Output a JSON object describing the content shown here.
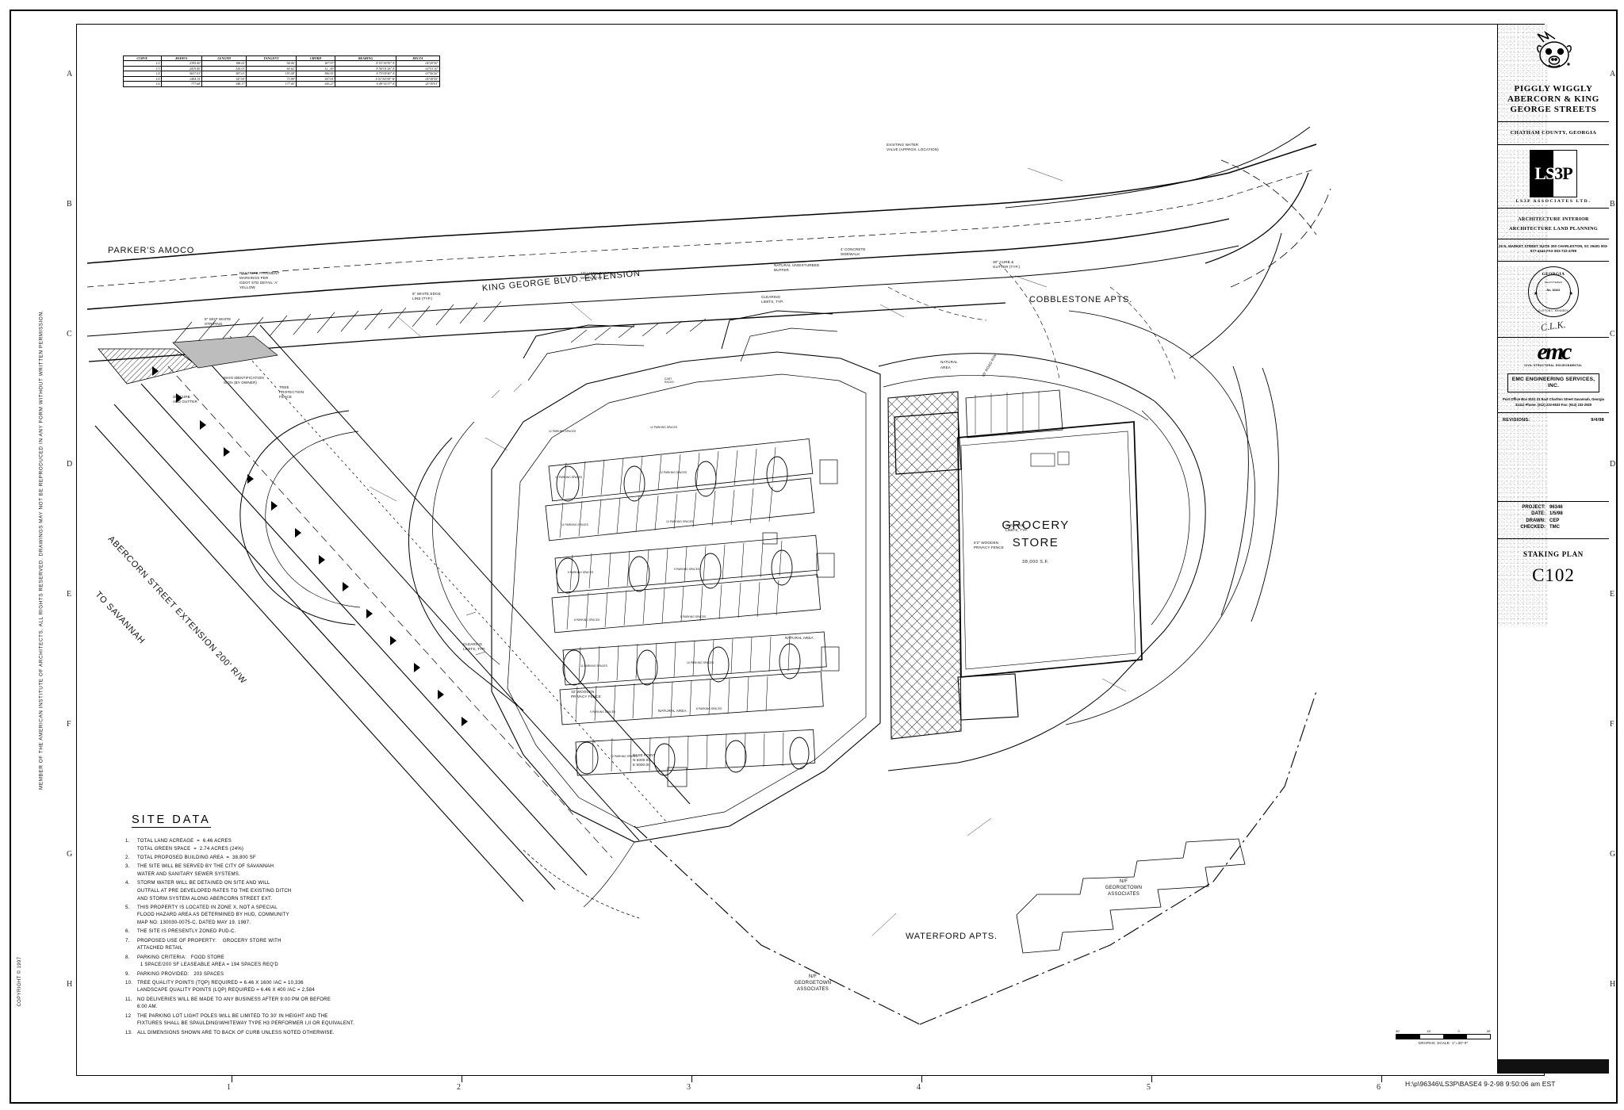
{
  "sheet": {
    "size": "2048x1400",
    "footer_path": "H:\\p\\96346\\LS3P\\BASE4   9-2-98   9:50:06 am EST",
    "copyright_line": "MEMBER OF THE AMERICAN INSTITUTE OF ARCHITECTS.  ALL RIGHTS RESERVED.  DRAWINGS MAY NOT BE REPRODUCED IN ANY FORM WITHOUT WRITTEN PERMISSION.",
    "copyright_year": "COPYRIGHT © 1997",
    "margin_letters": [
      "A",
      "B",
      "C",
      "D",
      "E",
      "F",
      "G",
      "H"
    ],
    "margin_numbers": [
      "1",
      "2",
      "3",
      "4",
      "5",
      "6"
    ]
  },
  "titleblock": {
    "project_name": "PIGGLY WIGGLY\nABERCORN &\nKING GEORGE\nSTREETS",
    "logo_icon": "piggly-wiggly-pig-head",
    "county": "CHATHAM COUNTY,\nGEORGIA",
    "architect": {
      "logo_text_white": "LS",
      "logo_text_black": "3P",
      "firm_name": "LS3P ASSOCIATES LTD.",
      "services": "ARCHITECTURE\nINTERIOR ARCHITECTURE\nLAND PLANNING",
      "address": "29 N. MARKET STREET   SUITE 300\nCHARLESTON,           SC          29401\n803-577-4444   FAX 803-722-4789"
    },
    "seal": {
      "top_text": "GEORGIA",
      "mid_text": "REGISTERED",
      "number": "No. 16422",
      "date": "9/4/98",
      "bottom_text": "CLIFTON L. KENNEDY",
      "star": "★"
    },
    "engineer": {
      "logo_text": "emc",
      "logo_sub": "CIVIL\nSTRUCTURAL\nENVIRONMENTAL",
      "firm_name": "EMC ENGINEERING\nSERVICES, INC.",
      "address": "Post Office Box 8101\n23 East Charlton Street\nSavannah, Georgia 31412\nPhone: (912) 232-6533\nFax: (912) 232-2920"
    },
    "revisions_label": "REVISIONS:",
    "revisions_value": "9/4/98",
    "meta": [
      {
        "key": "PROJECT:",
        "value": "96346"
      },
      {
        "key": "DATE:",
        "value": "1/5/98"
      },
      {
        "key": "DRAWN:",
        "value": "CEP"
      },
      {
        "key": "CHECKED:",
        "value": "TMC"
      }
    ],
    "sheet_title": "STAKING\nPLAN",
    "sheet_number": "C102"
  },
  "curve_table": {
    "headers": [
      "CURVE",
      "RADIUS",
      "LENGTH",
      "TANGENT",
      "CHORD",
      "BEARING",
      "DELTA"
    ],
    "rows": [
      [
        "C2",
        "2395.40'",
        "188.02'",
        "94.06'",
        "187.97'",
        "N 53°30'55\" E",
        "04°29'50\""
      ],
      [
        "C3",
        "2419.40'",
        "120.01'",
        "60.02'",
        "12_.00'",
        "N 56°01'26\" E",
        "02°51'10\""
      ],
      [
        "C4",
        "5637.03'",
        "387.01'",
        "193.58'",
        "386.93'",
        "S 75°09'40\" E",
        "03°56'26\""
      ],
      [
        "C5",
        "1494.15'",
        "147.93'",
        "73.99'",
        "147.91'",
        "S 51°50'38\" W",
        "05°38'55\""
      ],
      [
        "C6",
        "777.68'",
        "348.17'",
        "177.05'",
        "345.27'",
        "S 49°14'37\" E",
        "25°39'01\""
      ]
    ]
  },
  "site_data": {
    "title": "SITE DATA",
    "notes": [
      {
        "num": "1.",
        "lines": [
          "TOTAL LAND ACREAGE  =  6.46 ACRES",
          "TOTAL GREEN SPACE  =  2.74 ACRES (24%)"
        ]
      },
      {
        "num": "2.",
        "lines": [
          "TOTAL PROPOSED BUILDING AREA  =  38,800 SF"
        ]
      },
      {
        "num": "3.",
        "lines": [
          "THE SITE WILL BE SERVED BY THE CITY OF SAVANNAH",
          "WATER AND SANITARY SEWER SYSTEMS."
        ]
      },
      {
        "num": "4.",
        "lines": [
          "STORM WATER WILL BE DETAINED ON SITE AND WILL",
          "OUTFALL AT PRE DEVELOPED RATES TO THE EXISTING DITCH",
          "AND STORM SYSTEM ALONG ABERCORN STREET EXT."
        ]
      },
      {
        "num": "5.",
        "lines": [
          "THIS PROPERTY IS LOCATED IN ZONE X, NOT A SPECIAL",
          "FLOOD HAZARD AREA AS DETERMINED BY HUD, COMMUNITY",
          "MAP NO. 130030-0075-C, DATED MAY 19, 1987."
        ]
      },
      {
        "num": "6.",
        "lines": [
          "THE SITE IS PRESENTLY ZONED PUD-C."
        ]
      },
      {
        "num": "7.",
        "lines": [
          "PROPOSED USE OF PROPERTY:    GROCERY STORE WITH",
          "ATTACHED RETAIL"
        ]
      },
      {
        "num": "8.",
        "lines": [
          "PARKING CRITERIA:   FOOD STORE",
          "  1 SPACE/200 SF LEASEABLE AREA = 194 SPACES REQ'D"
        ]
      },
      {
        "num": "9.",
        "lines": [
          "PARKING PROVIDED:   203 SPACES"
        ]
      },
      {
        "num": "10.",
        "lines": [
          "TREE QUALITY POINTS (TQP) REQUIRED = 6.46 X 1600 /AC = 10,336",
          "LANDSCAPE QUALITY POINTS (LQP) REQUIRED = 6.46 X 400 /AC = 2,584"
        ]
      },
      {
        "num": "11.",
        "lines": [
          "NO DELIVERIES WILL BE MADE TO ANY BUSINESS AFTER 9:00 PM OR BEFORE",
          "6:00 AM."
        ]
      },
      {
        "num": "12",
        "lines": [
          "THE PARKING LOT LIGHT POLES WILL BE LIMITED TO 30' IN HEIGHT AND THE",
          "FIXTURES SHALL BE SPAULDING\\WHITEWAY TYPE H3 PERFORMER I,II OR EQUIVALENT."
        ]
      },
      {
        "num": "13.",
        "lines": [
          "ALL DIMENSIONS SHOWN ARE TO BACK OF CURB UNLESS NOTED OTHERWISE."
        ]
      }
    ]
  },
  "plan": {
    "building_label": "GROCERY\nSTORE",
    "building_area": "38,000 S.F.",
    "streets": [
      {
        "name": "KING GEORGE BLVD. EXTENSION"
      },
      {
        "name": "ABERCORN STREET EXTENSION 200' R/W"
      },
      {
        "name": "TO SAVANNAH"
      }
    ],
    "neighbors": [
      {
        "label": "PARKER'S AMOCO"
      },
      {
        "label": "COBBLESTONE APTS."
      },
      {
        "label": "WATERFORD APTS."
      },
      {
        "label": "N/F\nGEORGETOWN\nASSOCIATES"
      },
      {
        "label": "N/F\nGEORGETOWN\nASSOCIATES"
      }
    ],
    "annotations": [
      {
        "text": "EXISTING WATER\nVALVE (APPROX. LOCATION)"
      },
      {
        "text": "4' CONCRETE\nSIDEWALK"
      },
      {
        "text": "NATURAL UNDISTURBED\nBUFFER"
      },
      {
        "text": "30\" CURB &\nGUTTER (TYP.)"
      },
      {
        "text": "RESTRIPE PAVEMENT\nMARKINGS PER\nGDOT STD DETAIL 'A'\nYELLOW"
      },
      {
        "text": "12\" LINES PAINTED\nWHITE (TYP.)"
      },
      {
        "text": "5\" WHITE EDGE\nLINE (TYP.)"
      },
      {
        "text": "5\" SKIP WHITE\nSTRIPING"
      },
      {
        "text": "MAIN IDENTIFICATION\nSIGN (BY OWNER)"
      },
      {
        "text": "30\" CURB\nAND GUTTER"
      },
      {
        "text": "TREE\nPROTECTION\nFENCE"
      },
      {
        "text": "CLEARING\nLIMITS, TYP."
      },
      {
        "text": "CLEARING\nLIMITS, TYP."
      },
      {
        "text": "CLEARING\nLIMITS, TYP."
      },
      {
        "text": "6'2\" WOODEN\nPRIVACY FENCE"
      },
      {
        "text": "10' WOODEN\nPRIVACY FENCE"
      },
      {
        "text": "NATURAL AREA"
      },
      {
        "text": "NATURAL AREA"
      },
      {
        "text": "NATURAL\nAREA"
      },
      {
        "text": "60' ROAD R/W"
      },
      {
        "text": "CART\nRACKS"
      },
      {
        "text": "BASE POINT\nN 5000.00\nE 5000.00"
      }
    ],
    "parking_rows": [
      "12 PARKING SPACES",
      "12 PARKING SPACES",
      "12 PARKING SPACES",
      "12 PARKING SPACES",
      "11 PARKING SPACES",
      "10 PARKING SPACES",
      "9 PARKING SPACES",
      "9 PARKING SPACES",
      "8 PARKING SPACES",
      "8 PARKING SPACES",
      "11 PARKING SPACES",
      "10 PARKING SPACES",
      "9 PARKING SPACES",
      "8 PARKING SPACES",
      "12 PARKING SPACES"
    ],
    "graphic_scale": {
      "ticks": [
        "30'",
        "15'",
        "0",
        "30'"
      ],
      "caption": "GRAPHIC SCALE: 1\"=30'-0\""
    },
    "north_arrow": "north-arrow-icon"
  }
}
